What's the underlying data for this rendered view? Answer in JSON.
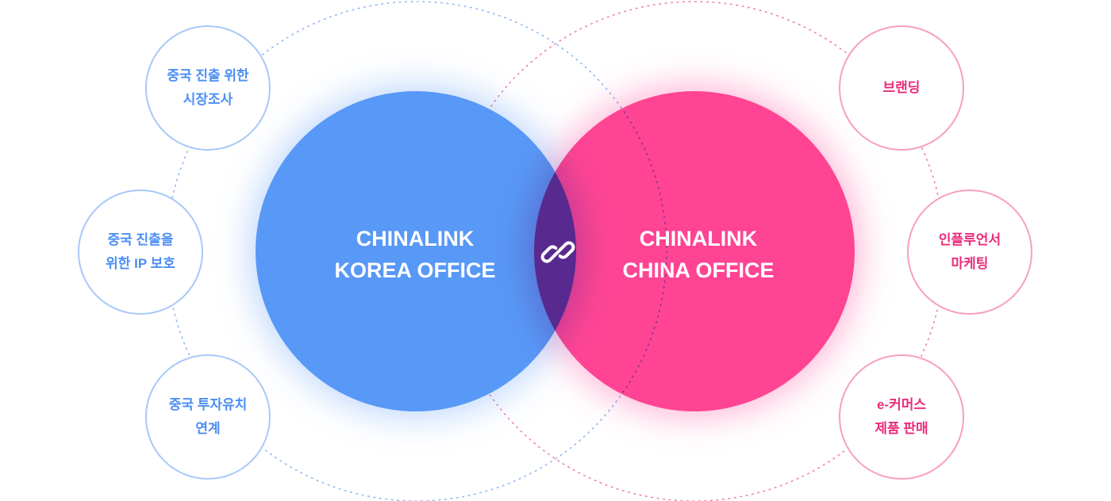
{
  "korea_office": {
    "line1": "CHINALINK",
    "line2": "KOREA OFFICE",
    "color": "#5898f7"
  },
  "china_office": {
    "line1": "CHINALINK",
    "line2": "CHINA OFFICE",
    "color": "#ff4494"
  },
  "link_icon": "link-icon",
  "korea_services": [
    {
      "line1": "중국 진출 위한",
      "line2": "시장조사"
    },
    {
      "line1": "중국 진출을",
      "line2": "위한 IP 보호"
    },
    {
      "line1": "중국 투자유치",
      "line2": "연계"
    }
  ],
  "china_services": [
    {
      "line1": "브랜딩",
      "line2": ""
    },
    {
      "line1": "인플루언서",
      "line2": "마케팅"
    },
    {
      "line1": "e-커머스",
      "line2": "제품 판매"
    }
  ],
  "colors": {
    "blue_text": "#4b8ef2",
    "blue_border": "#a7c9f9",
    "pink_text": "#ea2c7c",
    "pink_border": "#f7a0bc"
  }
}
